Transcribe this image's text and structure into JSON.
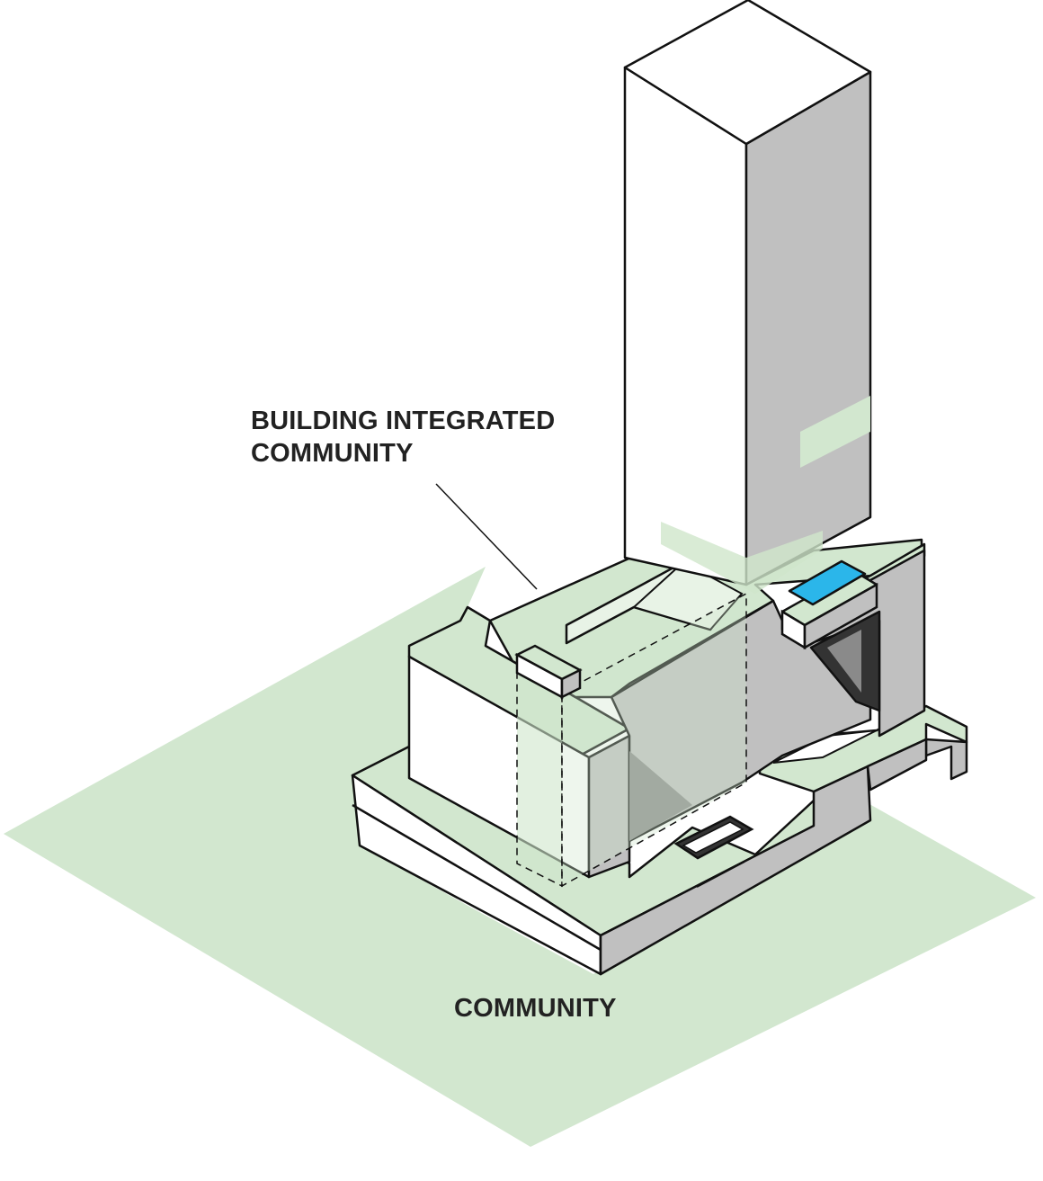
{
  "labels": {
    "upper_line1": "BUILDING INTEGRATED",
    "upper_line2": "COMMUNITY",
    "ground": "COMMUNITY"
  },
  "colors": {
    "community_green": "#d2e7cf",
    "translucent_green": "#cfe6cb",
    "wall_grey": "#c0c0c0",
    "shadow_grey": "#8a8a8a",
    "dark_void": "#333333",
    "white": "#ffffff",
    "outline": "#111111",
    "pool_blue": "#2bb6ea"
  }
}
